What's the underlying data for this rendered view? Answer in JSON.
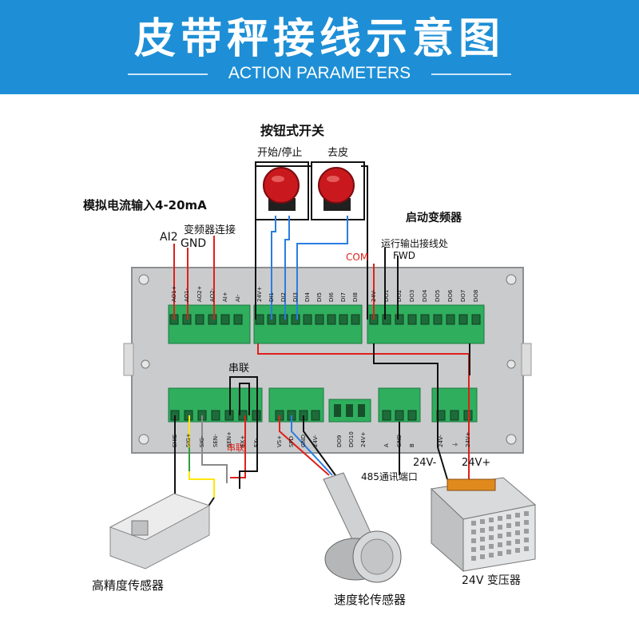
{
  "header": {
    "title": "皮带秤接线示意图",
    "subtitle": "ACTION PARAMETERS"
  },
  "labels": {
    "switch_title": "按钮式开关",
    "start_stop": "开始/停止",
    "tare": "去皮",
    "analog_input": "模拟电流输入4-20mA",
    "ai2": "AI2",
    "gnd": "GND",
    "vfd_connect": "变频器连接",
    "start_vfd": "启动变频器",
    "run_output": "运行输出接线处",
    "com": "COM",
    "fwd": "FWD",
    "series_top": "串联",
    "series_bottom": "串联",
    "rs485": "485通讯端口",
    "v24_minus": "24V-",
    "v24_plus": "24V+",
    "load_cell": "高精度传感器",
    "speed_sensor": "速度轮传感器",
    "transformer": "24V 变压器"
  },
  "terminals": {
    "top_left": [
      "AO1+",
      "AO1-",
      "AO2+",
      "AO2-",
      "AI+",
      "AI-"
    ],
    "top_mid": [
      "24V+",
      "DI1",
      "DI2",
      "DI3",
      "DI4",
      "DI5",
      "DI6",
      "DI7",
      "DI8"
    ],
    "top_right": [
      "24V-",
      "DO1",
      "DO2",
      "DO3",
      "DO4",
      "DO5",
      "DO6",
      "DO7",
      "DO8"
    ],
    "bot_1": [
      "SHIE",
      "SIG+",
      "SIG-",
      "SEN-",
      "SEN+",
      "EX+",
      "EX-"
    ],
    "bot_2": [
      "VS+",
      "SPD",
      "GND",
      "24V-"
    ],
    "bot_3": [
      "DO9",
      "DO10",
      "24V+"
    ],
    "bot_4": [
      "A",
      "GND",
      "B"
    ],
    "bot_5": [
      "24V-",
      "⏚",
      "24V+"
    ]
  },
  "colors": {
    "banner": "#1e8fd6",
    "terminal_green": "#2fae5e",
    "wire_red": "#e0201b",
    "wire_blue": "#2a7de1",
    "panel": "#c9cbcc"
  }
}
